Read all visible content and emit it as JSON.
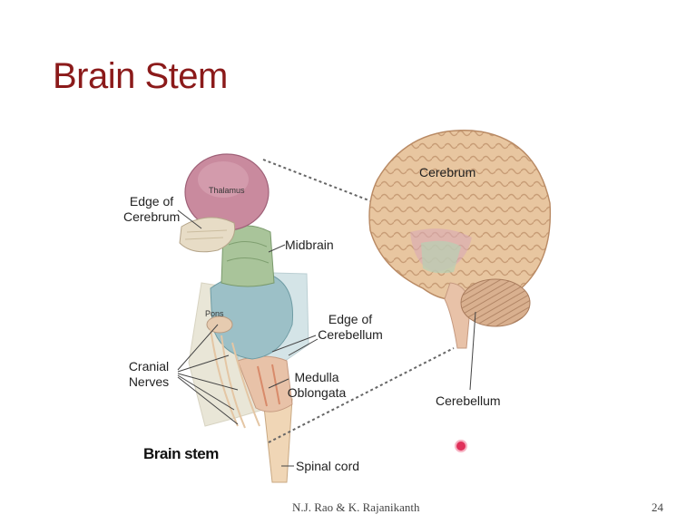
{
  "slide": {
    "title": "Brain Stem",
    "footer": "N.J. Rao & K. Rajanikanth",
    "page_number": "24"
  },
  "figure": {
    "labels": {
      "thalamus": "Thalamus",
      "edge_of_cerebrum_1": "Edge of",
      "edge_of_cerebrum_2": "Cerebrum",
      "midbrain": "Midbrain",
      "pons": "Pons",
      "edge_of_cerebellum_1": "Edge of",
      "edge_of_cerebellum_2": "Cerebellum",
      "cranial_nerves_1": "Cranial",
      "cranial_nerves_2": "Nerves",
      "medulla_1": "Medulla",
      "medulla_2": "Oblongata",
      "brain_stem": "Brain stem",
      "spinal_cord": "Spinal cord",
      "cerebrum": "Cerebrum",
      "cerebellum": "Cerebellum"
    }
  },
  "colors": {
    "title": "#8b1a1a",
    "thalamus": "#c98a9e",
    "midbrain": "#a9c49a",
    "pons": "#9cc0c7",
    "cerebrum": "#e8c6a0",
    "cerebellum": "#d9b08f",
    "pointer": "#e0305a"
  }
}
